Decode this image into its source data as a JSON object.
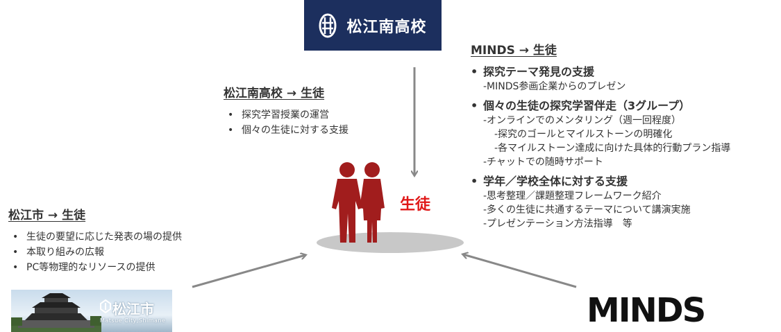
{
  "school_logo": {
    "name": "松江南高校"
  },
  "minds_section": {
    "heading": "MINDS → 生徒",
    "items": [
      {
        "title": "探究テーマ発見の支援",
        "subs": [
          {
            "text": "-MINDS参画企業からのプレゼン",
            "level": 1
          }
        ]
      },
      {
        "title": "個々の生徒の探究学習伴走（3グループ）",
        "subs": [
          {
            "text": "-オンラインでのメンタリング（週一回程度）",
            "level": 1
          },
          {
            "text": "-探究のゴールとマイルストーンの明確化",
            "level": 2
          },
          {
            "text": "-各マイルストーン達成に向けた具体的行動プラン指導",
            "level": 2
          },
          {
            "text": "-チャットでの随時サポート",
            "level": 1
          }
        ]
      },
      {
        "title": "学年／学校全体に対する支援",
        "subs": [
          {
            "text": "-思考整理／課題整理フレームワーク紹介",
            "level": 1
          },
          {
            "text": "-多くの生徒に共通するテーマについて講演実施",
            "level": 1
          },
          {
            "text": "-プレゼンテーション方法指導　等",
            "level": 1
          }
        ]
      }
    ]
  },
  "school_section": {
    "heading": "松江南高校 → 生徒",
    "items": [
      "探究学習授業の運営",
      "個々の生徒に対する支援"
    ]
  },
  "city_section": {
    "heading": "松江市 → 生徒",
    "items": [
      "生徒の要望に応じた発表の場の提供",
      "本取り組みの広報",
      "PC等物理的なリソースの提供"
    ]
  },
  "student_label": "生徒",
  "city_logo": {
    "title": "松江市",
    "subtitle": "Matsue City,Shimane"
  },
  "minds_logo": "MINDS",
  "colors": {
    "school_navy": "#1c2f5e",
    "student_figure": "#a11d1d",
    "student_label": "#e01818",
    "arrow_gray": "#888888",
    "platform_gray": "#c8c8c8"
  }
}
